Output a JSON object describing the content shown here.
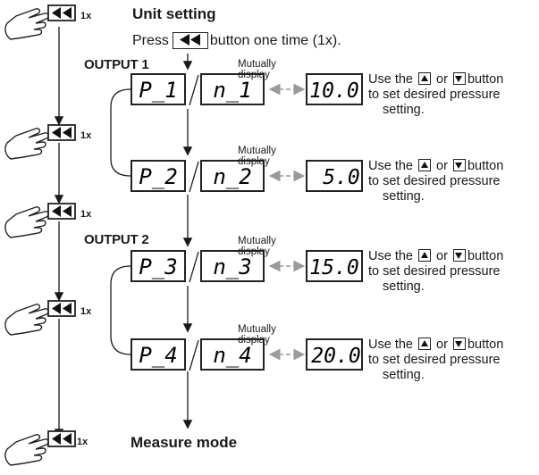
{
  "header": {
    "title": "Unit setting",
    "instruction_pre": "Press",
    "instruction_post": "button one time (1x)."
  },
  "press_count_label": "1x",
  "outputs": [
    {
      "label": "OUTPUT 1"
    },
    {
      "label": "OUTPUT 2"
    }
  ],
  "rows": [
    {
      "code_p": "P_1",
      "code_n": "n_1",
      "mutual_label": "Mutually display",
      "value": "10.0",
      "desc_pre": "Use the",
      "desc_or": "or",
      "desc_post": "button",
      "desc_line2": "to set desired pressure",
      "desc_line3": "setting."
    },
    {
      "code_p": "P_2",
      "code_n": "n_2",
      "mutual_label": "Mutually display",
      "value": "5.0",
      "desc_pre": "Use the",
      "desc_or": "or",
      "desc_post": "button",
      "desc_line2": "to set desired pressure",
      "desc_line3": "setting."
    },
    {
      "code_p": "P_3",
      "code_n": "n_3",
      "mutual_label": "Mutually display",
      "value": "15.0",
      "desc_pre": "Use the",
      "desc_or": "or",
      "desc_post": "button",
      "desc_line2": "to set desired pressure",
      "desc_line3": "setting."
    },
    {
      "code_p": "P_4",
      "code_n": "n_4",
      "mutual_label": "Mutually display",
      "value": "20.0",
      "desc_pre": "Use the",
      "desc_or": "or",
      "desc_post": "button",
      "desc_line2": "to set desired pressure",
      "desc_line3": "setting."
    }
  ],
  "footer": {
    "label": "Measure mode"
  },
  "icons": {
    "hand": "hand-pointer-icon",
    "rewind": "rewind-button-icon",
    "up": "up-arrow-button-icon",
    "down": "down-arrow-button-icon"
  },
  "colors": {
    "ink": "#1a1a1a",
    "dashed_arrow": "#9a9a9a"
  }
}
